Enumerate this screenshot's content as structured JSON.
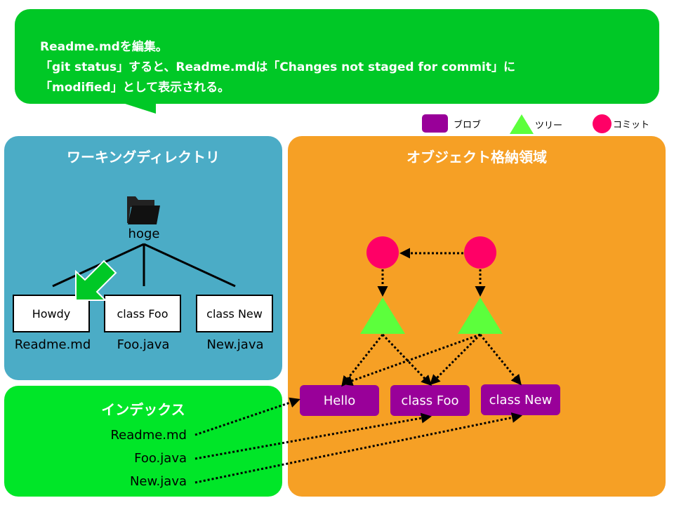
{
  "callout": {
    "lines": [
      "Readme.mdを編集。",
      "「git status」すると、Readme.mdは「Changes not staged for commit」に",
      "「modified」として表示される。"
    ],
    "color": "#00c826"
  },
  "legend": {
    "blob": {
      "label": "ブロブ",
      "color": "#990099"
    },
    "tree": {
      "label": "ツリー",
      "color": "#5cff3c"
    },
    "commit": {
      "label": "コミット",
      "color": "#ff0066"
    }
  },
  "working_directory": {
    "title": "ワーキングディレクトリ",
    "color": "#4bacc6",
    "folder": {
      "icon": "folder-icon",
      "name": "hoge"
    },
    "files": [
      {
        "content": "Howdy",
        "name": "Readme.md",
        "modified": true
      },
      {
        "content": "class Foo",
        "name": "Foo.java"
      },
      {
        "content": "class New",
        "name": "New.java"
      }
    ]
  },
  "index": {
    "title": "インデックス",
    "color": "#00e628",
    "entries": [
      "Readme.md",
      "Foo.java",
      "New.java"
    ]
  },
  "object_store": {
    "title": "オブジェクト格納領域",
    "color": "#f6a025",
    "commits": 2,
    "trees": 2,
    "blobs": [
      "Hello",
      "class Foo",
      "class New"
    ]
  }
}
